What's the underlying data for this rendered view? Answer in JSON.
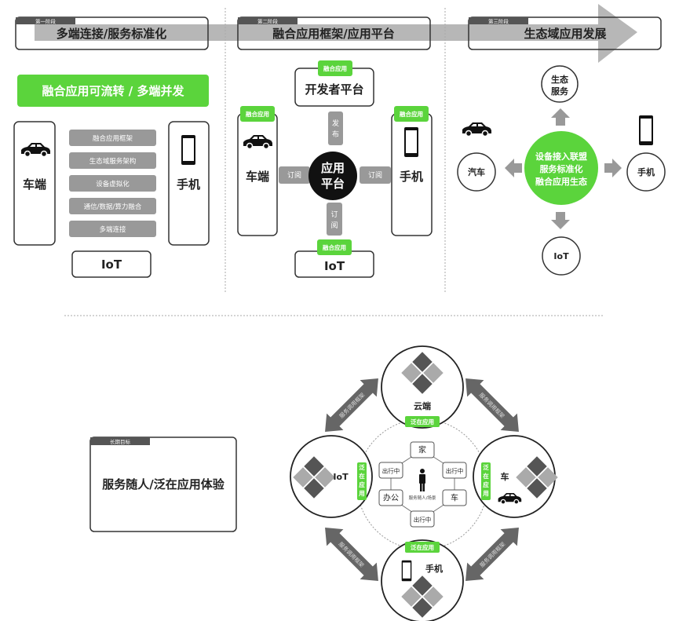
{
  "colors": {
    "green": "#5bd43c",
    "gray": "#999999",
    "dark_gray": "#555555",
    "black": "#111111"
  },
  "stage1": {
    "tag": "第一阶段",
    "title": "多端连接/服务标准化",
    "banner": "融合应用可流转 / 多端并发",
    "left": "车端",
    "right": "手机",
    "bottom": "IoT",
    "layers": [
      "融合应用框架",
      "生态域服务架构",
      "设备虚拟化",
      "通信/数据/算力融合",
      "多端连接"
    ]
  },
  "stage2": {
    "tag": "第二阶段",
    "title": "融合应用框架/应用平台",
    "badge": "融合应用",
    "top": "开发者平台",
    "left": "车端",
    "right": "手机",
    "bottom": "IoT",
    "center": [
      "应用",
      "平台"
    ],
    "publish": [
      "发",
      "布"
    ],
    "subscribe": "订阅",
    "subscribe_v": [
      "订",
      "阅"
    ]
  },
  "stage3": {
    "tag": "第三阶段",
    "title": "生态域应用发展",
    "center": [
      "设备接入联盟",
      "服务标准化",
      "融合应用生态"
    ],
    "top": [
      "生态",
      "服务"
    ],
    "left": "汽车",
    "right": "手机",
    "bottom": "IoT"
  },
  "goal": {
    "tag": "长期目标",
    "title": "服务随人/泛在应用体验"
  },
  "ecosystem": {
    "cloud": "云端",
    "iot": "IoT",
    "car": "车",
    "phone": "手机",
    "badge": "泛在应用",
    "badge_v": [
      "泛",
      "在",
      "应",
      "用"
    ],
    "arrow_label": "服务调用框架",
    "scenes": {
      "home": "家",
      "office": "办公",
      "car": "车",
      "travel": "出行中"
    },
    "center_caption": "服务随人/场景"
  }
}
